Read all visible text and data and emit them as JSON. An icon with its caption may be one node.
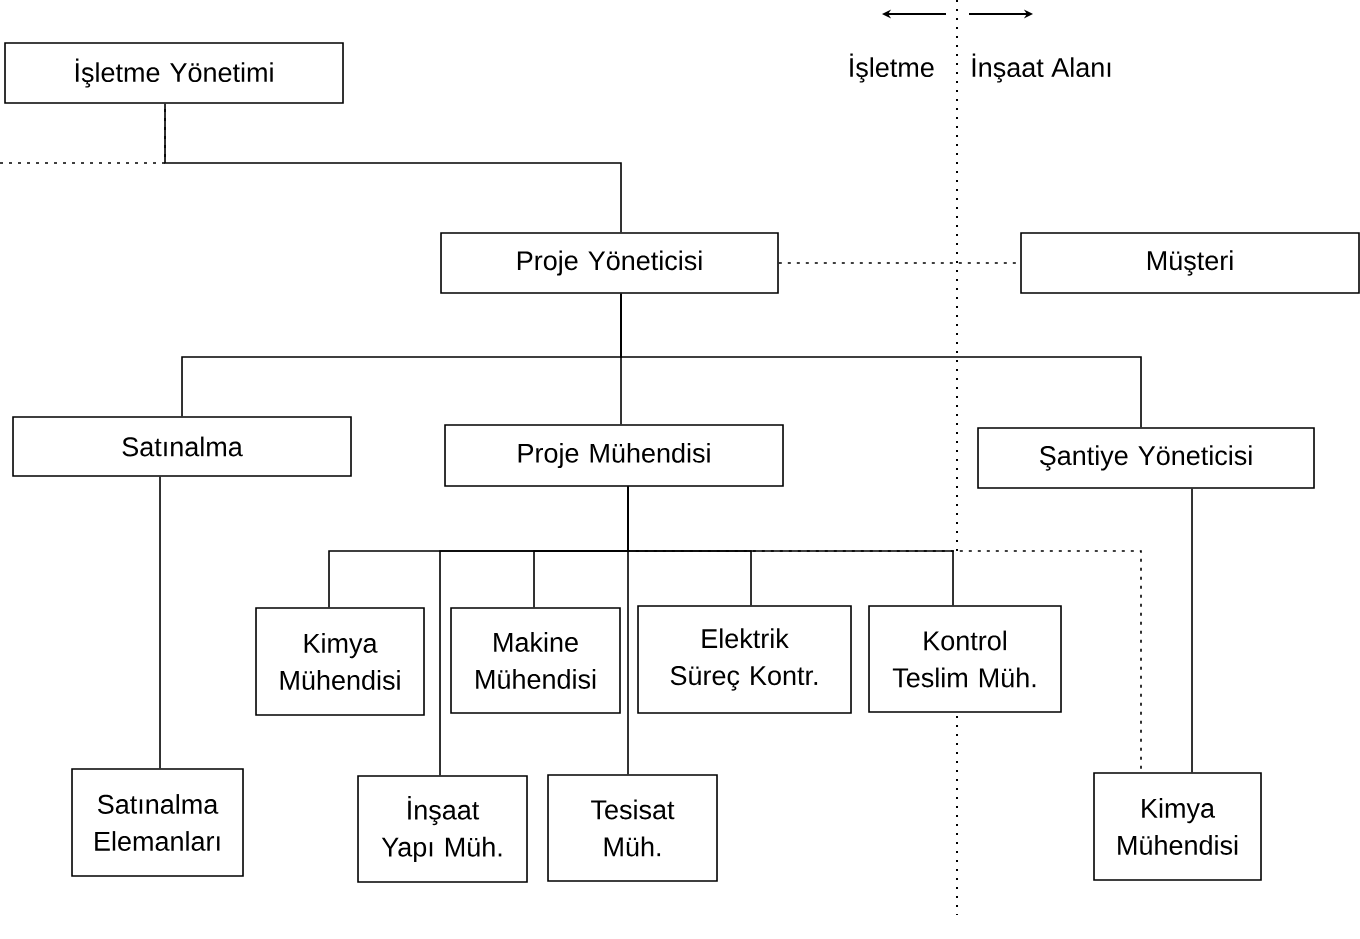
{
  "diagram": {
    "nodes": [
      {
        "text": [
          "İşletme Yönetimi"
        ]
      },
      {
        "text": [
          "Proje Yöneticisi"
        ]
      },
      {
        "text": [
          "Müşteri"
        ]
      },
      {
        "text": [
          "Satınalma"
        ]
      },
      {
        "text": [
          "Proje Mühendisi"
        ]
      },
      {
        "text": [
          "Şantiye Yöneticisi"
        ]
      },
      {
        "text": [
          "Kimya Mühendisi"
        ]
      },
      {
        "text": [
          "Makine Mühendisi"
        ]
      },
      {
        "text": [
          "Elektrik Süreç Kontr."
        ]
      },
      {
        "text": [
          "Kontrol Teslim Müh."
        ]
      },
      {
        "text": [
          "Satınalma Elemanları"
        ]
      },
      {
        "text": [
          "İnşaat Yapı Müh."
        ]
      },
      {
        "text": [
          "Tesisat Müh."
        ]
      },
      {
        "text": [
          "Kimya Mühendisi"
        ]
      }
    ],
    "edges": [
      {
        "from": null,
        "to": 0,
        "arrow": "none",
        "style": "dashed"
      },
      {
        "from": 0,
        "to": 1,
        "arrow": "none"
      },
      {
        "from": 1,
        "to": 2,
        "arrow": "none",
        "style": "dashed"
      },
      {
        "from": 1,
        "to": 3,
        "arrow": "none"
      },
      {
        "from": 1,
        "to": 4,
        "arrow": "none"
      },
      {
        "from": 1,
        "to": 5,
        "arrow": "none"
      },
      {
        "from": 4,
        "to": 6,
        "arrow": "none"
      },
      {
        "from": 4,
        "to": 7,
        "arrow": "none"
      },
      {
        "from": 4,
        "to": 8,
        "arrow": "none"
      },
      {
        "from": 4,
        "to": 9,
        "arrow": "none"
      },
      {
        "from": 4,
        "to": 11,
        "arrow": "none"
      },
      {
        "from": 4,
        "to": 12,
        "arrow": "none"
      },
      {
        "from": 4,
        "to": 13,
        "arrow": "none",
        "style": "dashed"
      },
      {
        "from": 3,
        "to": 10,
        "arrow": "none"
      },
      {
        "from": 5,
        "to": 13,
        "arrow": "none"
      }
    ],
    "labels": [
      "İşletme",
      "İnşaat Alanı"
    ]
  }
}
